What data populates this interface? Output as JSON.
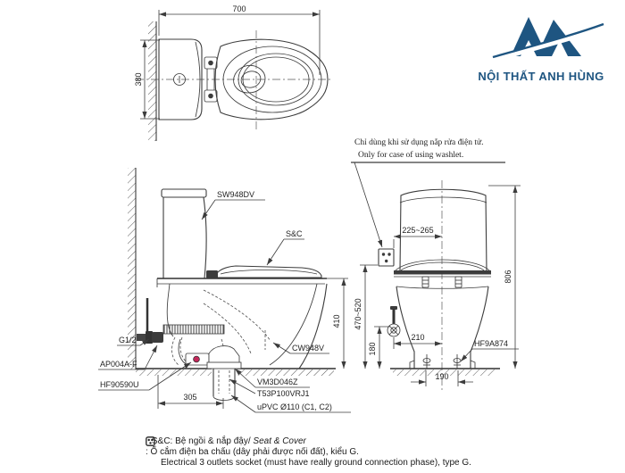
{
  "logo": {
    "brand": "NỘI THẤT ANH HÙNG",
    "color": "#1e5581"
  },
  "note": {
    "vi": "Chỉ dùng khi sử dụng nắp rửa điện tử.",
    "en": "Only for case of using washlet."
  },
  "top_view": {
    "width": "700",
    "depth": "380"
  },
  "side_view": {
    "part_tank": "SW948DV",
    "part_seat": "S&C",
    "part_bowl": "CW948V",
    "part_inlet": "G1/2",
    "part_valve": "AP004A-F",
    "part_seal": "HF90590U",
    "part_flange": "VM3D046Z",
    "part_joint": "T53P100VRJ1",
    "part_pipe": "uPVC Ø110 (C1, C2)",
    "height": "410",
    "depth": "305"
  },
  "front_view": {
    "part_bolt_cap": "HF9A874",
    "socket_offset": "225~265",
    "total_height": "806",
    "socket_height": "470~520",
    "valve_height": "180",
    "valve_offset": "210",
    "bolt_spacing": "190"
  },
  "footer": {
    "seat_label": "S&C: Bệ ngồi & nắp đậy/",
    "seat_label_en": "Seat & Cover",
    "socket_vi": ": Ổ cắm điện ba chấu (dây phải được nối đất), kiểu G.",
    "socket_en": "Electrical 3 outlets socket (must have really ground connection phase), type G."
  },
  "colors": {
    "line": "#3c3c3c",
    "accent_red": "#c4275a",
    "brand_blue": "#1e5581"
  }
}
